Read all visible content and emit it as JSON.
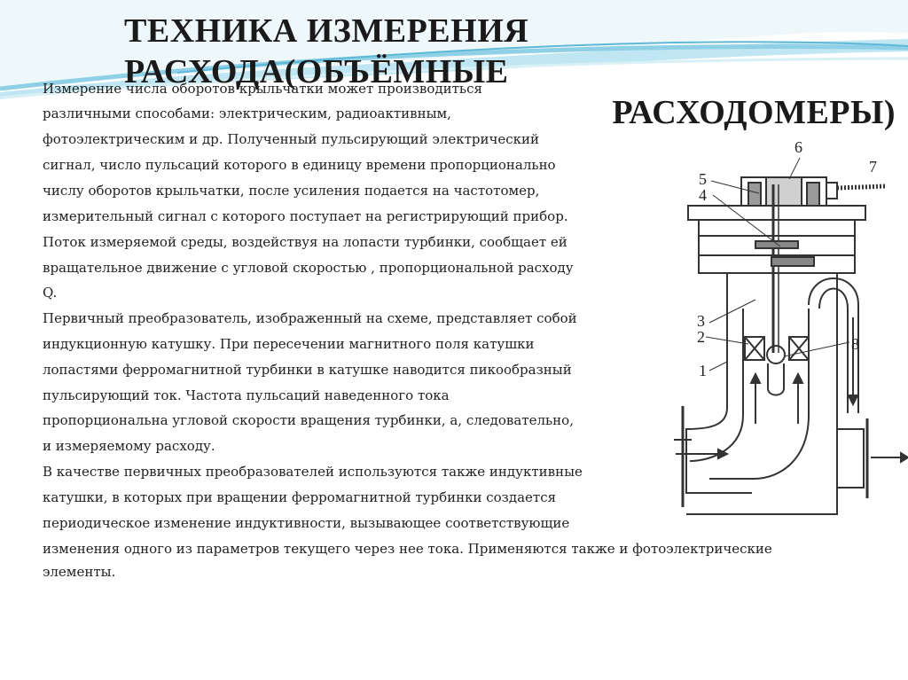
{
  "slide": {
    "title_line1": "ТЕХНИКА ИЗМЕРЕНИЯ РАСХОДА(ОБЪЁМНЫЕ",
    "title_line2": "РАСХОДОМЕРЫ)",
    "lines": [
      "Измерение числа оборотов крыльчатки может производиться",
      "различными способами: электрическим, радиоактивным,",
      "фотоэлектрическим и др. Полученный пульсирующий электрический",
      "сигнал, число пульсаций которого в единицу времени пропорционально",
      "числу оборотов крыльчатки, после усиления подается на частотомер,",
      "измерительный сигнал с которого поступает на регистрирующий прибор.",
      "Поток измеряемой среды, воздействуя на лопасти турбинки, сообщает ей",
      "вращательное движение с угловой скоростью , пропорциональной расходу",
      " Q.",
      "Первичный преобразователь, изображенный на схеме, представляет собой",
      " индукционную катушку. При пересечении магнитного поля катушки",
      "лопастями ферромагнитной турбинки в катушке наводится пикообразный",
      " пульсирующий ток. Частота пульсаций наведенного тока",
      "пропорциональна угловой скорости вращения турбинки, а, следовательно,",
      " и измеряемому расходу.",
      "В качестве первичных преобразователей используются также индуктивные",
      " катушки, в которых при вращении ферромагнитной турбинки создается",
      " периодическое изменение индуктивности, вызывающее соответствующие",
      " изменения одного из параметров текущего через нее тока. Применяются также и фотоэлектрические",
      "элементы."
    ]
  },
  "diagram": {
    "labels": [
      "6",
      "7",
      "5",
      "4",
      "3",
      "2",
      "8",
      "1"
    ]
  },
  "colors": {
    "wave_light": "#bfe6f2",
    "wave_mid": "#8fd0e6",
    "wave_dark": "#5fb9d6",
    "text": "#222222",
    "line": "#333333"
  }
}
